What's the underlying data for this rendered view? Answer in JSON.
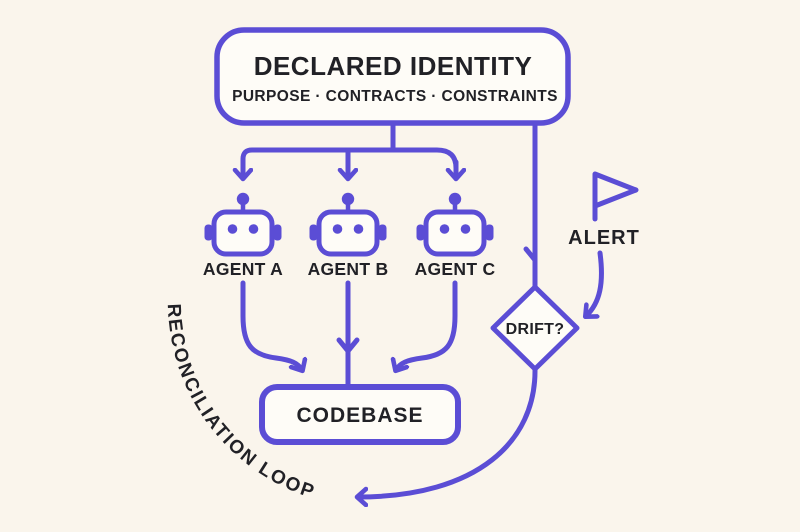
{
  "colors": {
    "background": "#FAF5EC",
    "accent": "#5B4DD5",
    "ink": "#212126",
    "node_fill": "#FEFCF7"
  },
  "identity_box": {
    "title": "DECLARED IDENTITY",
    "subtitle": "PURPOSE · CONTRACTS · CONSTRAINTS"
  },
  "agents": {
    "a": {
      "label": "AGENT A"
    },
    "b": {
      "label": "AGENT B"
    },
    "c": {
      "label": "AGENT C"
    }
  },
  "codebase": {
    "label": "CODEBASE"
  },
  "drift_decision": {
    "label": "DRIFT?"
  },
  "alert": {
    "label": "ALERT"
  },
  "reconciliation_loop": {
    "label": "RECONCILIATION LOOP"
  }
}
